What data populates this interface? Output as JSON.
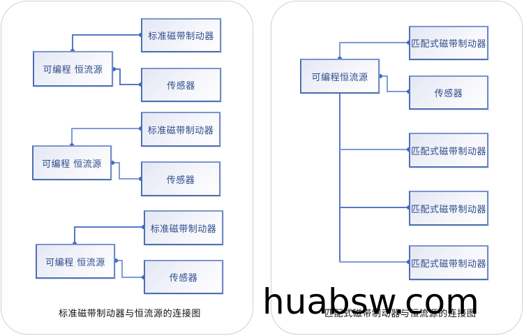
{
  "left_panel": {
    "caption": "标准磁带制动器与恒流源的连接图",
    "groups": [
      {
        "source": "可编程 恒流源",
        "targets": [
          "标准磁带制动器",
          "传感器"
        ]
      },
      {
        "source": "可编程 恒流源",
        "targets": [
          "标准磁带制动器",
          "传感器"
        ]
      },
      {
        "source": "可编程 恒流源",
        "targets": [
          "标准磁带制动器",
          "传感器"
        ]
      }
    ]
  },
  "right_panel": {
    "caption": "匹配式磁带制动器与恒流源的连接图",
    "source": "可编程恒流源",
    "targets": [
      "匹配式磁带制动器",
      "传感器",
      "匹配式磁带制动器",
      "匹配式磁带制动器",
      "匹配式磁带制动器"
    ]
  },
  "watermark": "huabsw.com",
  "colors": {
    "node_border": "#4d6fb3",
    "node_text": "#2e4d8c",
    "connector": "#5478c8",
    "panel_border": "#cfcfcf",
    "caption_text": "#111111"
  }
}
